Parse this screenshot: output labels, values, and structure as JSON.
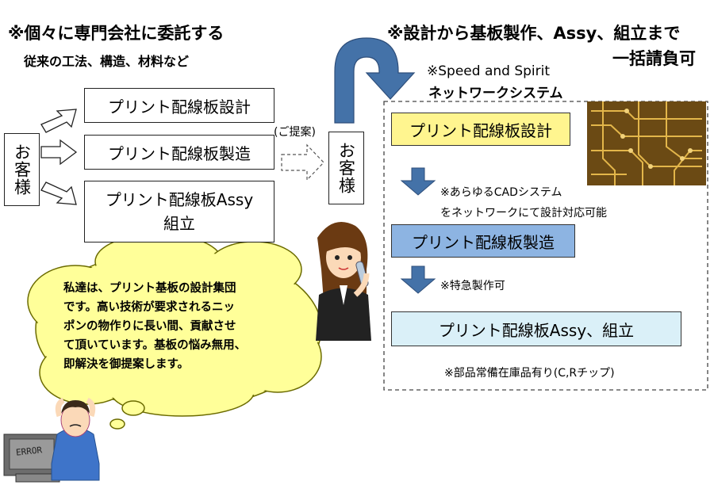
{
  "left_section": {
    "title": "※個々に専門会社に委託する",
    "subtitle": "従来の工法、構造、材料など",
    "customer": "お客様",
    "processes": [
      "プリント配線板設計",
      "プリント配線板製造",
      "プリント配線板Assy",
      "組立"
    ],
    "proposal": "(ご提案)"
  },
  "right_section": {
    "title_line1": "※設計から基板製作、Assy、組立まで",
    "title_line2": "一括請負可",
    "speed": "※Speed and Spirit",
    "network": "ネットワークシステム",
    "customer": "お客様",
    "steps": [
      {
        "label": "プリント配線板設計",
        "color": "#FFF58F"
      },
      {
        "label": "プリント配線板製造",
        "color": "#8DB4E2"
      },
      {
        "label": "プリント配線板Assy、組立",
        "color": "#DAF0F8"
      }
    ],
    "note1_line1": "※あらゆるCADシステム",
    "note1_line2": "をネットワークにて設計対応可能",
    "note2": "※特急製作可",
    "note3": "※部品常備在庫品有り(C,Rチップ)"
  },
  "speech": {
    "lines": [
      "私達は、プリント基板の設計集団",
      "です。高い技術が要求されるニッ",
      "ポンの物作りに長い間、貢献させ",
      "て頂いています。基板の悩み無用、",
      "即解決を御提案します。"
    ]
  },
  "illustration": {
    "error_text": "ERROR",
    "pcb_photo": "circuit-board-photo"
  }
}
